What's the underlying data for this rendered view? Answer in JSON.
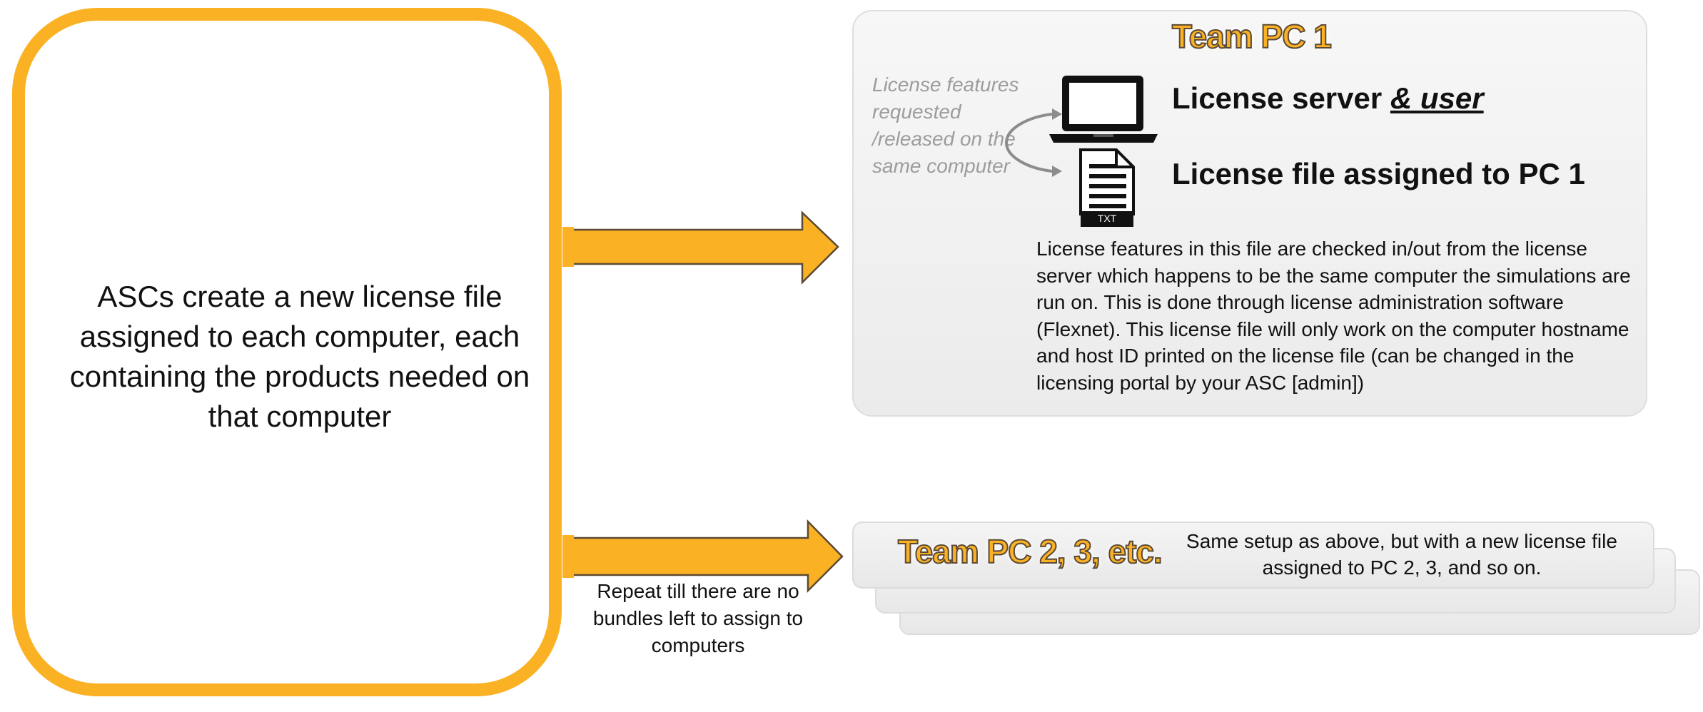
{
  "left_box": {
    "text": "ASCs create a new license file assigned to each computer, each containing the products needed on that computer"
  },
  "pc1": {
    "title": "Team PC 1",
    "note": "License features requested /released on the same computer",
    "server_label": "License server ",
    "server_label_emphasis": "& user",
    "file_label": "License file assigned to PC 1",
    "file_icon_text": "TXT",
    "description": "License features in this file are checked in/out from the license server which happens to be the same computer the simulations are run on. This is done through license administration software (Flexnet). This license file will only work on the computer hostname and host ID printed on the license file (can be changed in the licensing portal by your ASC [admin])"
  },
  "team_rest": {
    "title": "Team PC 2, 3, etc.",
    "description": "Same setup as above, but with a new license file assigned to PC 2, 3, and so on."
  },
  "repeat_note": "Repeat till there are no bundles left to assign to computers",
  "colors": {
    "accent": "#fbb124",
    "panel": "#efefef",
    "note_gray": "#9c9c9c"
  },
  "icons": [
    "laptop-icon",
    "txt-file-icon",
    "curved-double-arrow-icon"
  ]
}
